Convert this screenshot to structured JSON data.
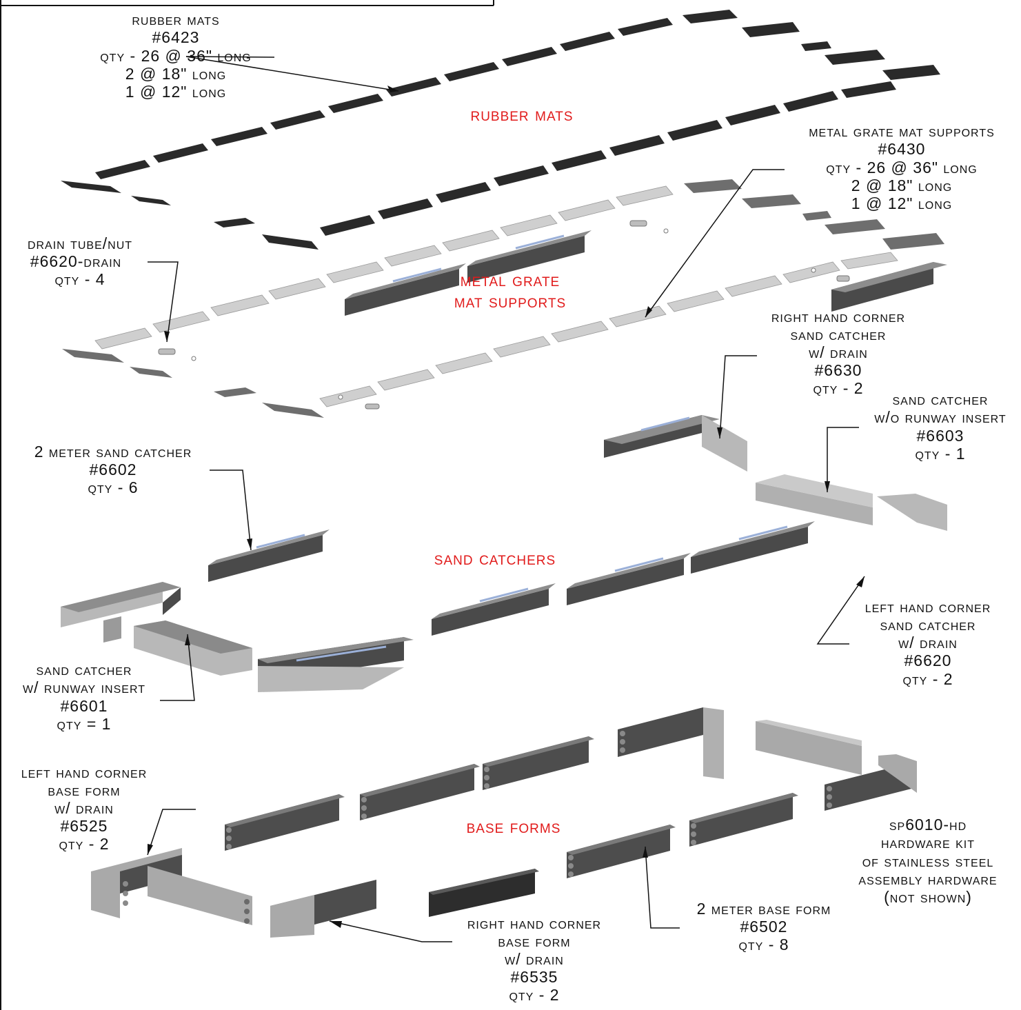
{
  "sections": {
    "rubber_mats": "Rubber Mats",
    "metal_grate": [
      "Metal Grate",
      "Mat Supports"
    ],
    "sand_catchers": "Sand Catchers",
    "base_forms": "Base Forms"
  },
  "callouts": {
    "rubber_mats": [
      "Rubber Mats",
      "#6423",
      "Qty - 26 @ 36\" Long",
      "2 @ 18\" Long",
      "1 @ 12\" Long"
    ],
    "metal_grate": [
      "Metal Grate Mat Supports",
      "#6430",
      "Qty - 26 @ 36\" Long",
      "2 @ 18\" Long",
      "1 @ 12\" Long"
    ],
    "drain_tube": [
      "Drain Tube/Nut",
      "#6620-DRAIN",
      "Qty - 4"
    ],
    "rh_corner_sand": [
      "Right Hand Corner",
      "Sand Catcher",
      "w/ Drain",
      "#6630",
      "Qty - 2"
    ],
    "sand_no_runway": [
      "Sand Catcher",
      "w/o Runway Insert",
      "#6603",
      "Qty - 1"
    ],
    "two_meter_sand": [
      "2 Meter Sand Catcher",
      "#6602",
      "Qty - 6"
    ],
    "lh_corner_sand": [
      "Left Hand Corner",
      "Sand Catcher",
      "w/ Drain",
      "#6620",
      "Qty - 2"
    ],
    "sand_runway": [
      "Sand Catcher",
      "w/ Runway Insert",
      "#6601",
      "Qty = 1"
    ],
    "lh_corner_base": [
      "Left Hand Corner",
      "Base Form",
      "w/ Drain",
      "#6525",
      "Qty - 2"
    ],
    "hardware_kit": [
      "SP6010-HD",
      "Hardware Kit",
      "Of Stainless Steel",
      "Assembly Hardware",
      "(Not Shown)"
    ],
    "two_meter_base": [
      "2 Meter Base Form",
      "#6502",
      "Qty - 8"
    ],
    "rh_corner_base": [
      "Right Hand Corner",
      "Base Form",
      "w/ Drain",
      "#6535",
      "Qty - 2"
    ]
  },
  "colors": {
    "section_label": "#e11b1b",
    "mat": "#2a2a2a",
    "grate": "#cfcfcf",
    "catcher_dark": "#4a4a4a",
    "catcher_light": "#b8b8b8",
    "base_dark": "#4d4d4d",
    "base_light": "#a9a9a9"
  }
}
